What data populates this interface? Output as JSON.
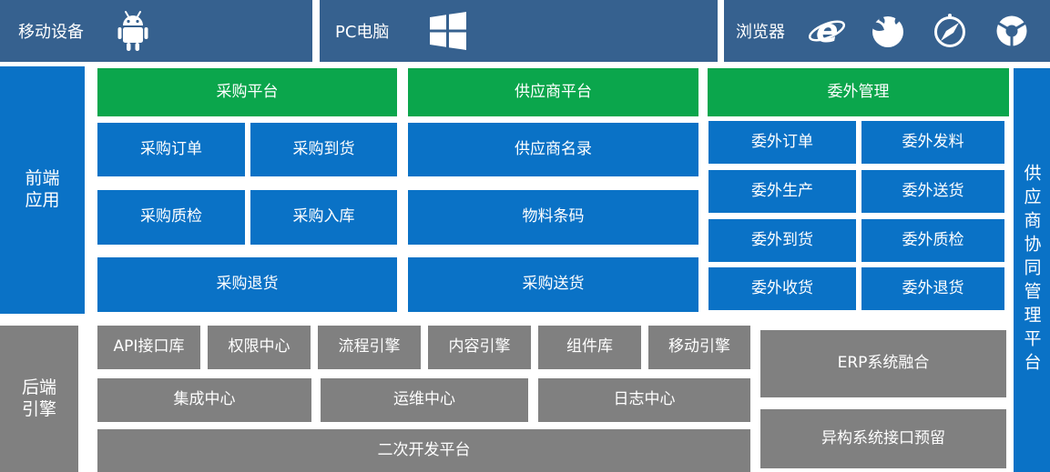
{
  "colors": {
    "top_bar": "#36618f",
    "module_blue": "#0a72c6",
    "header_green": "#0ba64c",
    "backend_gray": "#808080",
    "text": "#ffffff"
  },
  "top_bar": {
    "mobile": {
      "label": "移动设备",
      "icon": "android-icon"
    },
    "pc": {
      "label": "PC电脑",
      "icon": "windows-icon"
    },
    "browser": {
      "label": "浏览器",
      "icons": [
        "ie-icon",
        "firefox-icon",
        "safari-icon",
        "chrome-icon"
      ]
    }
  },
  "frontend": {
    "label": "前端应用",
    "label_lines": [
      "前端",
      "应用"
    ],
    "procurement": {
      "header": "采购平台",
      "items": [
        "采购订单",
        "采购到货",
        "采购质检",
        "采购入库",
        "采购退货"
      ]
    },
    "supplier": {
      "header": "供应商平台",
      "items": [
        "供应商名录",
        "物料条码",
        "采购送货"
      ]
    },
    "outsourcing": {
      "header": "委外管理",
      "items": [
        "委外订单",
        "委外发料",
        "委外生产",
        "委外送货",
        "委外到货",
        "委外质检",
        "委外收货",
        "委外退货"
      ]
    }
  },
  "backend": {
    "label": "后端引擎",
    "label_lines": [
      "后端",
      "引擎"
    ],
    "row1": [
      "API接口库",
      "权限中心",
      "流程引擎",
      "内容引擎",
      "组件库",
      "移动引擎"
    ],
    "row2": [
      "集成中心",
      "运维中心",
      "日志中心"
    ],
    "row3": "二次开发平台",
    "right": [
      "ERP系统融合",
      "异构系统接口预留"
    ]
  },
  "right_bar": {
    "label": "供应商协同管理平台"
  }
}
